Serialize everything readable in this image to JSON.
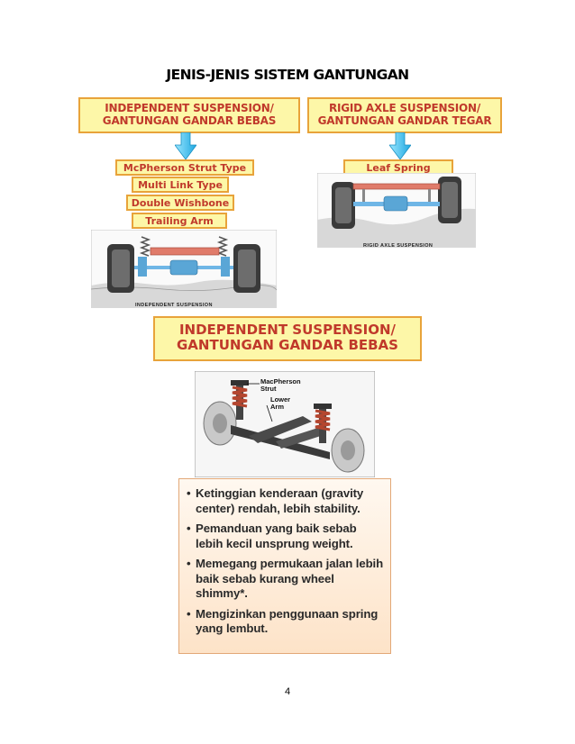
{
  "page_title": "JENIS-JENIS SISTEM GANTUNGAN",
  "left_header": {
    "line1": "INDEPENDENT SUSPENSION/",
    "line2": "GANTUNGAN GANDAR BEBAS"
  },
  "right_header": {
    "line1": "RIGID AXLE SUSPENSION/",
    "line2": "GANTUNGAN GANDAR TEGAR"
  },
  "independent_types": [
    "McPherson Strut Type",
    "Multi Link Type",
    "Double Wishbone",
    "Trailing Arm"
  ],
  "rigid_types": [
    "Leaf Spring"
  ],
  "left_image_caption": "INDEPENDENT SUSPENSION",
  "right_image_caption": "RIGID AXLE SUSPENSION",
  "section_header": {
    "line1": "INDEPENDENT SUSPENSION/",
    "line2": "GANTUNGAN GANDAR BEBAS"
  },
  "photo_labels": {
    "strut_line1": "MacPherson",
    "strut_line2": "Strut",
    "arm_line1": "Lower",
    "arm_line2": "Arm"
  },
  "bullets": [
    "Ketinggian kenderaan (gravity center) rendah, lebih stability.",
    "Pemanduan yang baik sebab lebih kecil unsprung weight.",
    "Memegang permukaan jalan lebih baik sebab kurang wheel shimmy*.",
    "Mengizinkan penggunaan spring yang lembut."
  ],
  "page_number": "4",
  "colors": {
    "box_fill": "#fdf7a8",
    "box_border": "#e8a33a",
    "box_text": "#c0392b",
    "arrow": "#4fc3f7",
    "bullet_bg": "#fde3c8"
  }
}
